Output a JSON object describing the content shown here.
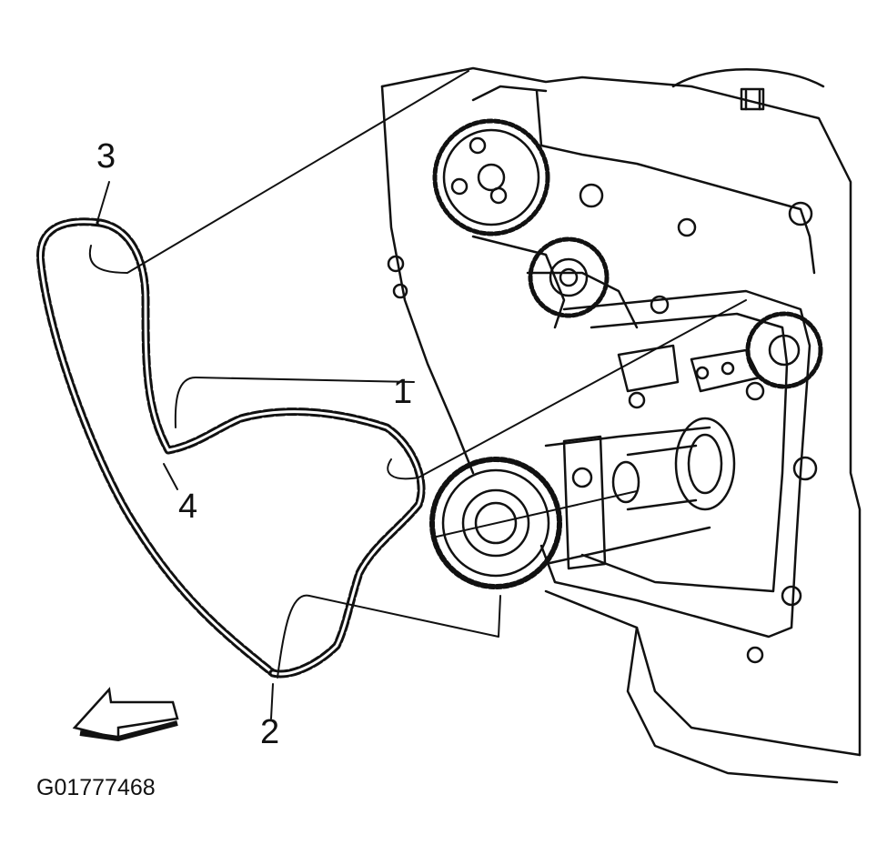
{
  "diagram": {
    "callouts": [
      {
        "id": "1",
        "label": "1"
      },
      {
        "id": "2",
        "label": "2"
      },
      {
        "id": "3",
        "label": "3"
      },
      {
        "id": "4",
        "label": "4"
      }
    ],
    "figure_id": "G01777468",
    "colors": {
      "line": "#111111",
      "background": "#ffffff"
    },
    "icons": [
      "direction-arrow-icon"
    ]
  }
}
